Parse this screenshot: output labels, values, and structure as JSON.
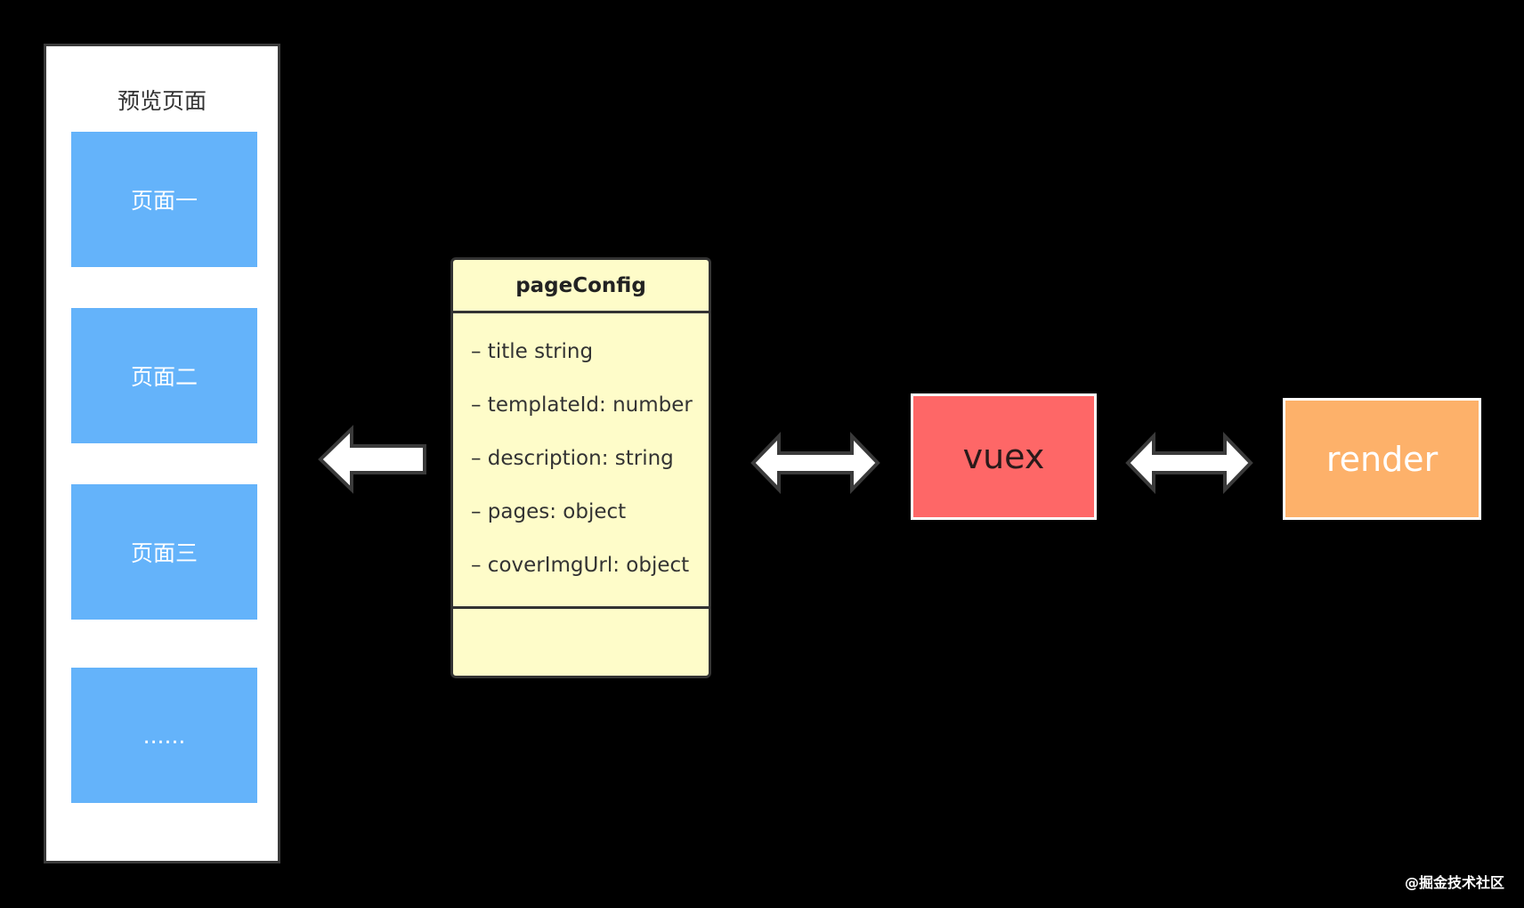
{
  "preview": {
    "title": "预览页面",
    "pages": [
      "页面一",
      "页面二",
      "页面三",
      "......"
    ]
  },
  "page_config": {
    "name": "pageConfig",
    "attributes": [
      "– title string",
      "– templateId: number",
      "– description: string",
      "– pages: object",
      "– coverImgUrl: object"
    ]
  },
  "nodes": {
    "vuex": "vuex",
    "render": "render"
  },
  "watermark": "@掘金技术社区",
  "colors": {
    "page_card": "#64b3fa",
    "class_box": "#fefcc9",
    "vuex": "#fe6767",
    "render": "#fdb16a",
    "background": "#000000"
  },
  "icons": [
    "left-arrow-icon",
    "double-arrow-icon",
    "double-arrow-icon"
  ]
}
